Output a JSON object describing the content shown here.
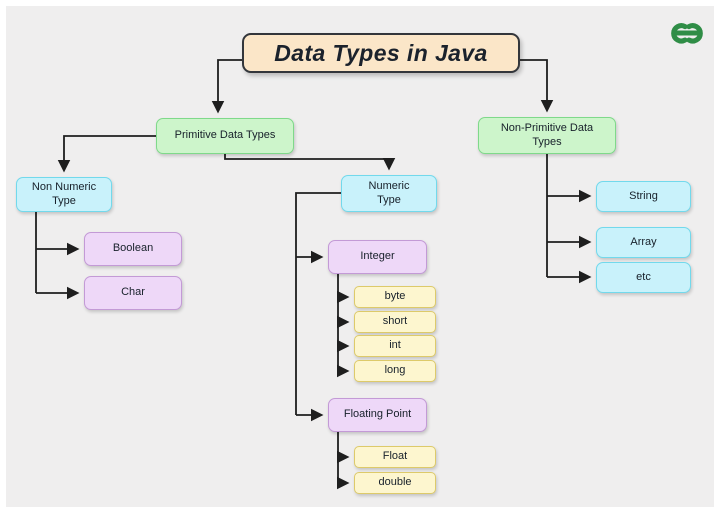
{
  "page": {
    "background": "#efeeee"
  },
  "logo": {
    "name": "geeksforgeeks-logo",
    "color": "#2f8d46"
  },
  "title": {
    "label": "Data Types in Java"
  },
  "nodes": {
    "primitive": {
      "label": "Primitive Data Types"
    },
    "non_primitive": {
      "label": "Non-Primitive Data Types"
    },
    "non_numeric": {
      "label": "Non Numeric Type"
    },
    "numeric": {
      "label": "Numeric Type"
    },
    "boolean": {
      "label": "Boolean"
    },
    "char": {
      "label": "Char"
    },
    "integer": {
      "label": "Integer"
    },
    "byte": {
      "label": "byte"
    },
    "short": {
      "label": "short"
    },
    "int": {
      "label": "int"
    },
    "long": {
      "label": "long"
    },
    "floating_point": {
      "label": "Floating Point"
    },
    "float": {
      "label": "Float"
    },
    "double": {
      "label": "double"
    },
    "string": {
      "label": "String"
    },
    "array": {
      "label": "Array"
    },
    "etc": {
      "label": "etc"
    }
  },
  "colors": {
    "title_fill": "#fbe6c8",
    "green_fill": "#cdf5cb",
    "cyan_fill": "#c9f2fb",
    "purple_fill": "#eed8f8",
    "yellow_fill": "#fdf6cf",
    "line": "#1e1e1e"
  }
}
